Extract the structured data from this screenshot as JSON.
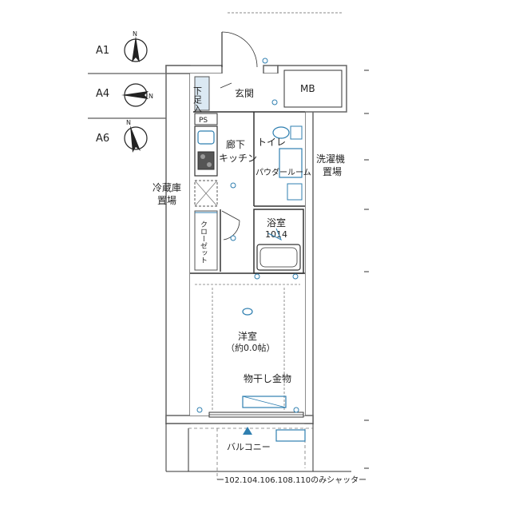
{
  "orientation": {
    "labels": [
      "A1",
      "A4",
      "A6"
    ],
    "north": "N"
  },
  "rooms": {
    "entrance": "玄関",
    "shoe_box": "下足入",
    "meter_box": "MB",
    "pipe_space": "PS",
    "corridor": "廊下",
    "kitchen": "キッチン",
    "toilet": "トイレ",
    "powder_room": "パウダールーム",
    "washer": [
      "洗濯機",
      "置場"
    ],
    "fridge": [
      "冷蔵庫",
      "置場"
    ],
    "closet": "クローゼット",
    "bath": "浴室",
    "bath_size": "1014",
    "western_room": "洋室",
    "western_size": "（約0.0帖）",
    "drying_hanger": "物干し金物",
    "balcony": "バルコニー"
  },
  "note": "102.104.106.108.110のみシャッター",
  "colors": {
    "wall": "#999999",
    "fixture": "#2f7fb0",
    "line": "#222222"
  }
}
